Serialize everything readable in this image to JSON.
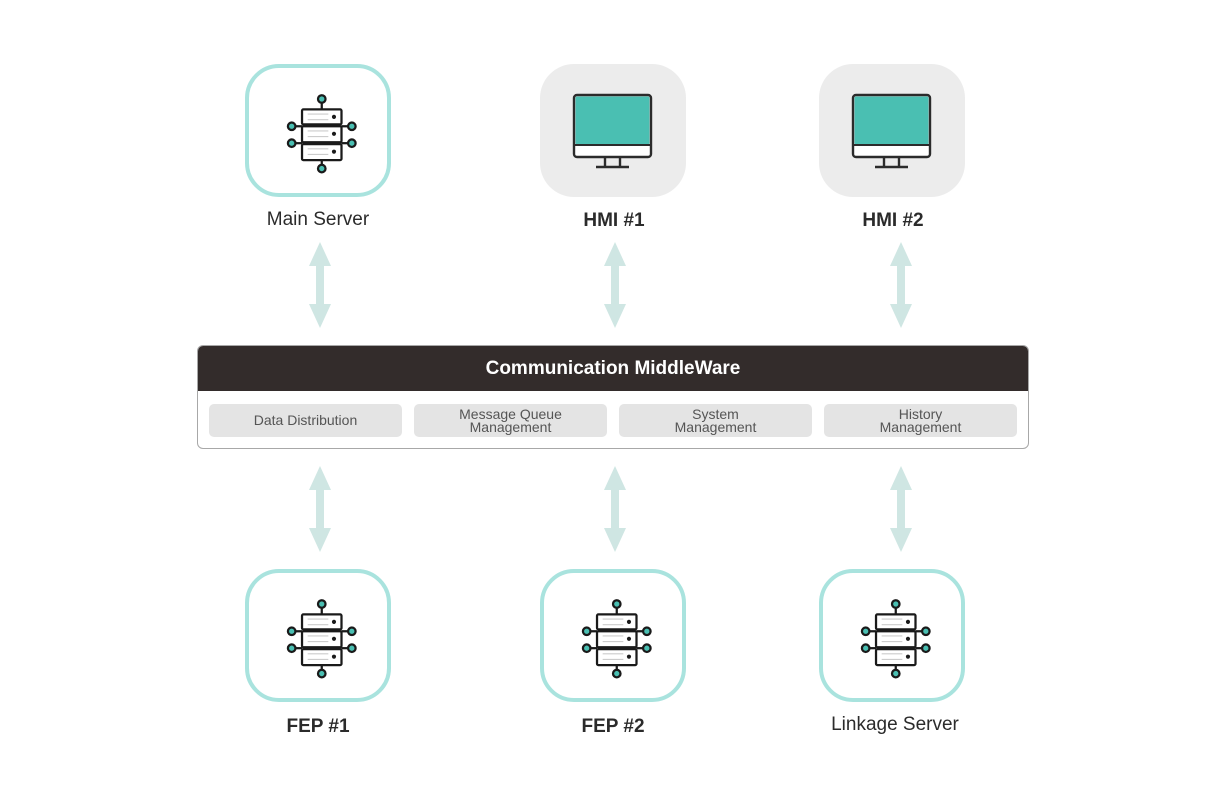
{
  "colors": {
    "accent": "#a9e3de",
    "screen": "#4abfb2",
    "header": "#332c2b",
    "arrow": "#cfe6e3"
  },
  "top_nodes": [
    {
      "label": "Main Server",
      "icon": "server-rack-icon"
    },
    {
      "label": "HMI #1",
      "icon": "monitor-icon"
    },
    {
      "label": "HMI #2",
      "icon": "monitor-icon"
    }
  ],
  "middleware": {
    "title": "Communication MiddleWare",
    "modules": [
      "Data Distribution",
      "Message Queue\nManagement",
      "System\nManagement",
      "History\nManagement"
    ]
  },
  "bottom_nodes": [
    {
      "label": "FEP #1",
      "icon": "server-rack-icon"
    },
    {
      "label": "FEP #2",
      "icon": "server-rack-icon"
    },
    {
      "label": "Linkage Server",
      "icon": "server-rack-icon"
    }
  ]
}
